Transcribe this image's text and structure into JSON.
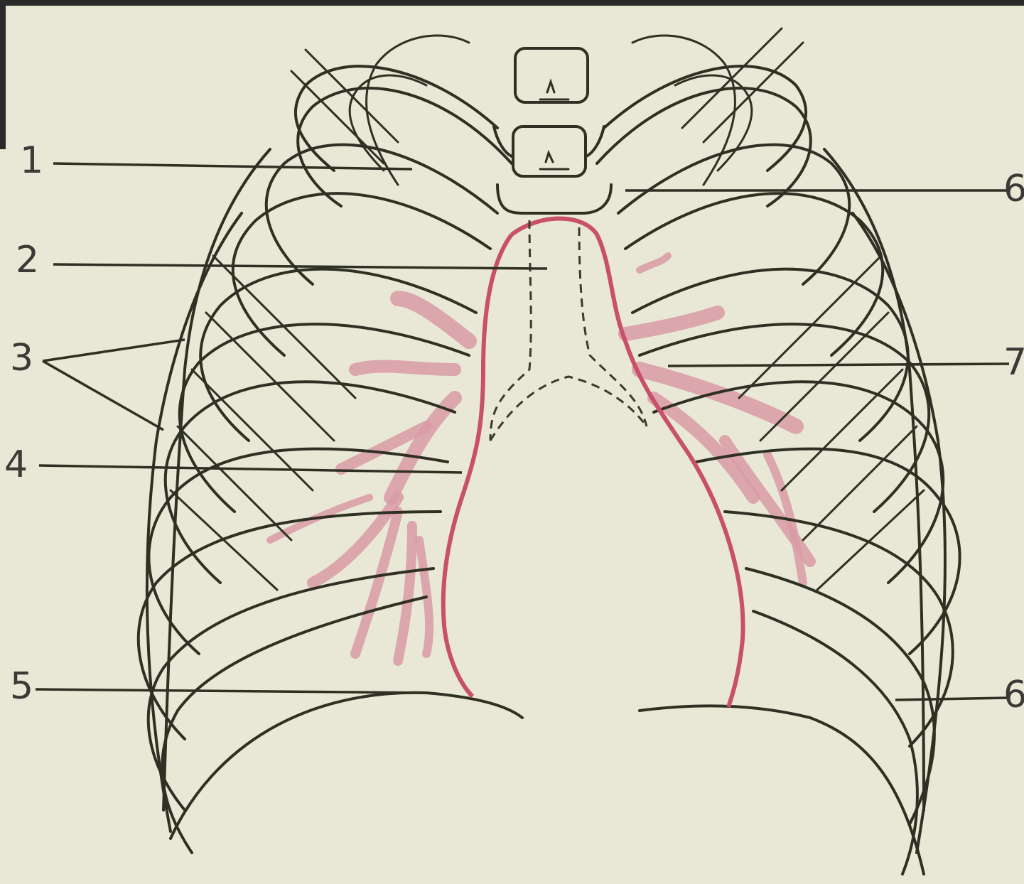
{
  "labels": {
    "l1": "1",
    "l2": "2",
    "l3": "3",
    "l4": "4",
    "l5": "5",
    "l6": "6",
    "l7": "7",
    "l8": "6"
  },
  "colors": {
    "paper": "#e9e8d6",
    "ink": "#2f3024",
    "heart_outline": "#c8506a",
    "vessels": "#d99aa6"
  }
}
